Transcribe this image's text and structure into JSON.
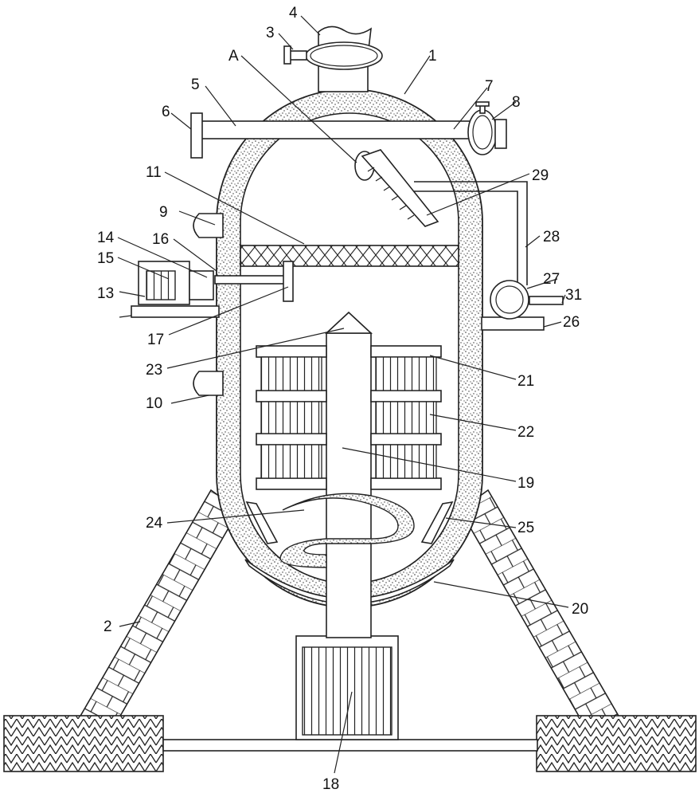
{
  "labels": {
    "l1": "1",
    "l2": "2",
    "l3": "3",
    "l4": "4",
    "l5": "5",
    "l6": "6",
    "l7": "7",
    "l8": "8",
    "l9": "9",
    "l10": "10",
    "l11": "11",
    "l13": "13",
    "l14": "14",
    "l15": "15",
    "l16": "16",
    "l17": "17",
    "l18": "18",
    "l19": "19",
    "l20": "20",
    "l21": "21",
    "l22": "22",
    "l23": "23",
    "l24": "24",
    "l25": "25",
    "l26": "26",
    "l27": "27",
    "l28": "28",
    "l29": "29",
    "l31": "31",
    "lA": "A"
  }
}
